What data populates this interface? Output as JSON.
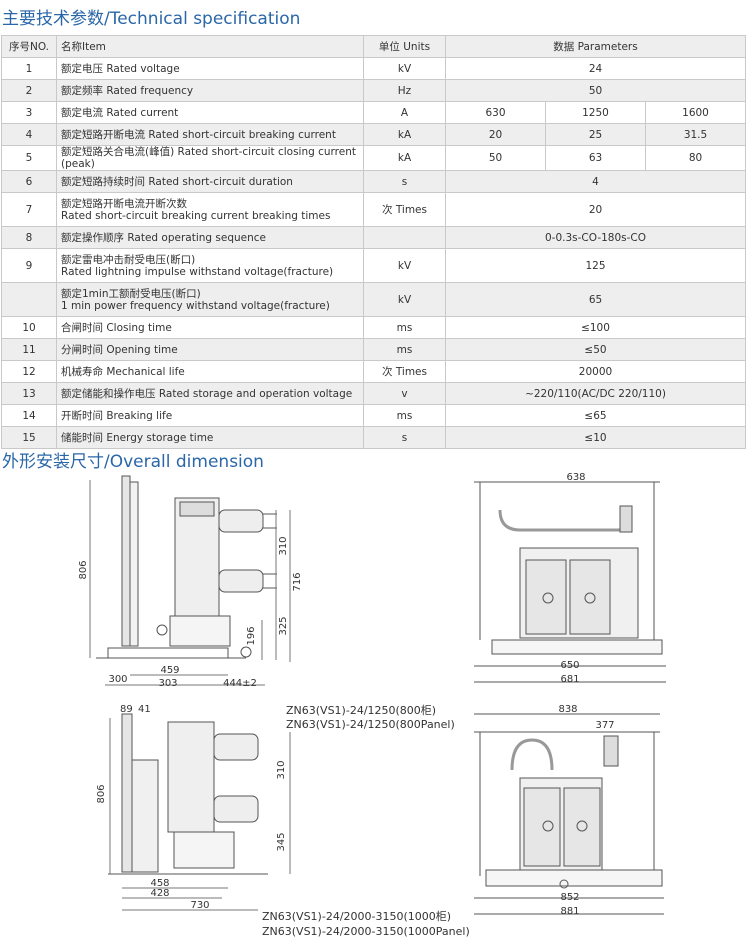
{
  "spec_title": "主要技术参数/Technical specification",
  "dim_title": "外形安装尺寸/Overall dimension",
  "table": {
    "headers": {
      "no": "序号NO.",
      "name": "名称Item",
      "unit": "单位 Units",
      "data": "数据 Parameters"
    },
    "rows": [
      {
        "no": "1",
        "name": "额定电压 Rated voltage",
        "unit": "kV",
        "values": [
          "24"
        ]
      },
      {
        "no": "2",
        "name": "额定频率 Rated frequency",
        "unit": "Hz",
        "values": [
          "50"
        ]
      },
      {
        "no": "3",
        "name": "额定电流 Rated current",
        "unit": "A",
        "values": [
          "630",
          "1250",
          "1600"
        ]
      },
      {
        "no": "4",
        "name": "额定短路开断电流 Rated short-circuit breaking current",
        "unit": "kA",
        "values": [
          "20",
          "25",
          "31.5"
        ]
      },
      {
        "no": "5",
        "name": "额定短路关合电流(峰值) Rated short-circuit closing current (peak)",
        "unit": "kA",
        "values": [
          "50",
          "63",
          "80"
        ]
      },
      {
        "no": "6",
        "name": "额定短路持续时间 Rated short-circuit duration",
        "unit": "s",
        "values": [
          "4"
        ]
      },
      {
        "no": "7",
        "name": "额定短路开断电流开断次数",
        "name2": "Rated short-circuit breaking current breaking times",
        "unit": "次 Times",
        "values": [
          "20"
        ]
      },
      {
        "no": "8",
        "name": "额定操作顺序 Rated operating sequence",
        "unit": "",
        "values": [
          "0-0.3s-CO-180s-CO"
        ]
      },
      {
        "no": "9",
        "name": "额定雷电冲击耐受电压(断口)",
        "name2": "Rated lightning impulse withstand voltage(fracture)",
        "unit": "kV",
        "values": [
          "125"
        ]
      },
      {
        "no": "",
        "name": "额定1min工额耐受电压(断口)",
        "name2": "1 min power frequency withstand voltage(fracture)",
        "unit": "kV",
        "values": [
          "65"
        ]
      },
      {
        "no": "10",
        "name": "合闸时间 Closing time",
        "unit": "ms",
        "values": [
          "≤100"
        ]
      },
      {
        "no": "11",
        "name": "分闸时间 Opening time",
        "unit": "ms",
        "values": [
          "≤50"
        ]
      },
      {
        "no": "12",
        "name": "机械寿命 Mechanical life",
        "unit": "次 Times",
        "values": [
          "20000"
        ]
      },
      {
        "no": "13",
        "name": "额定储能和操作电压 Rated storage and operation voltage",
        "unit": "v",
        "values": [
          "~220/110(AC/DC 220/110)"
        ]
      },
      {
        "no": "14",
        "name": "开断时间 Breaking life",
        "unit": "ms",
        "values": [
          "≤65"
        ]
      },
      {
        "no": "15",
        "name": "储能时间 Energy storage time",
        "unit": "s",
        "values": [
          "≤10"
        ]
      }
    ]
  },
  "drawing1": {
    "dims": {
      "h806": "806",
      "h310": "310",
      "h716": "716",
      "h325": "325",
      "h196": "196",
      "w459": "459",
      "w300": "300",
      "w303": "303",
      "w444": "444±2"
    },
    "front": {
      "w638": "638",
      "w650": "650",
      "w681": "681"
    }
  },
  "drawing2": {
    "dims": {
      "w89": "89",
      "w41": "41",
      "h806": "806",
      "h310": "310",
      "h345": "345",
      "w458": "458",
      "w428": "428",
      "w730": "730"
    },
    "front": {
      "w838": "838",
      "w377": "377",
      "w852": "852",
      "w881": "881"
    }
  },
  "captions": {
    "c1a": "ZN63(VS1)-24/1250(800柜)",
    "c1b": "ZN63(VS1)-24/1250(800Panel)",
    "c2a": "ZN63(VS1)-24/2000-3150(1000柜)",
    "c2b": "ZN63(VS1)-24/2000-3150(1000Panel)"
  }
}
